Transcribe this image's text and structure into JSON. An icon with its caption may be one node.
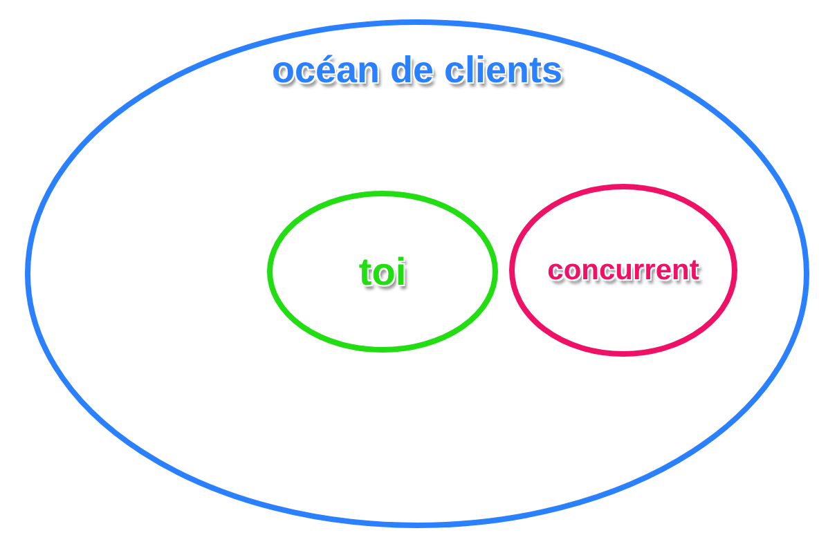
{
  "diagram": {
    "nodes": [
      {
        "text": [
          "océan de clients"
        ]
      },
      {
        "text": [
          "toi"
        ],
        "in": 0
      },
      {
        "text": [
          "concurrent"
        ],
        "in": 0
      }
    ],
    "edges": []
  }
}
